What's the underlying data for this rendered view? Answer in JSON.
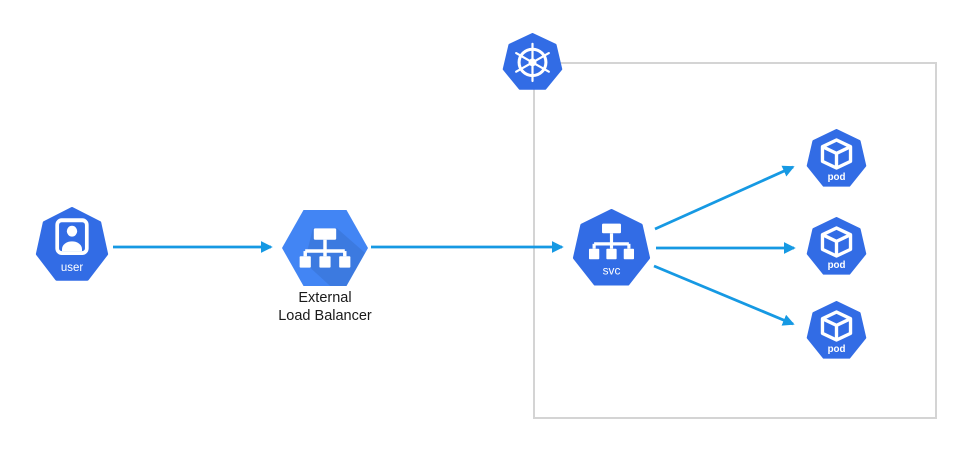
{
  "diagram": {
    "type": "kubernetes-architecture-diagram",
    "background_color": "#ffffff",
    "colors": {
      "kubernetes_blue": "#326CE5",
      "load_balancer_blue": "#4285F4",
      "arrow_blue": "#1699E3",
      "cluster_boundary_gray": "#d4d4d4",
      "caption_text": "#1a1a1a",
      "glyph_white": "#ffffff"
    },
    "nodes": {
      "user": {
        "label": "user",
        "icon": "user-icon"
      },
      "external_load_balancer": {
        "label_line1": "External",
        "label_line2": "Load Balancer",
        "icon": "load-balancer-icon"
      },
      "kubernetes": {
        "icon": "kubernetes-helm-icon"
      },
      "service": {
        "label": "svc",
        "icon": "service-tree-icon"
      },
      "pods": [
        {
          "label": "pod",
          "icon": "pod-cube-icon"
        },
        {
          "label": "pod",
          "icon": "pod-cube-icon"
        },
        {
          "label": "pod",
          "icon": "pod-cube-icon"
        }
      ]
    },
    "edges": [
      {
        "from": "user",
        "to": "external_load_balancer"
      },
      {
        "from": "external_load_balancer",
        "to": "service"
      },
      {
        "from": "service",
        "to": "pod_1"
      },
      {
        "from": "service",
        "to": "pod_2"
      },
      {
        "from": "service",
        "to": "pod_3"
      }
    ]
  }
}
